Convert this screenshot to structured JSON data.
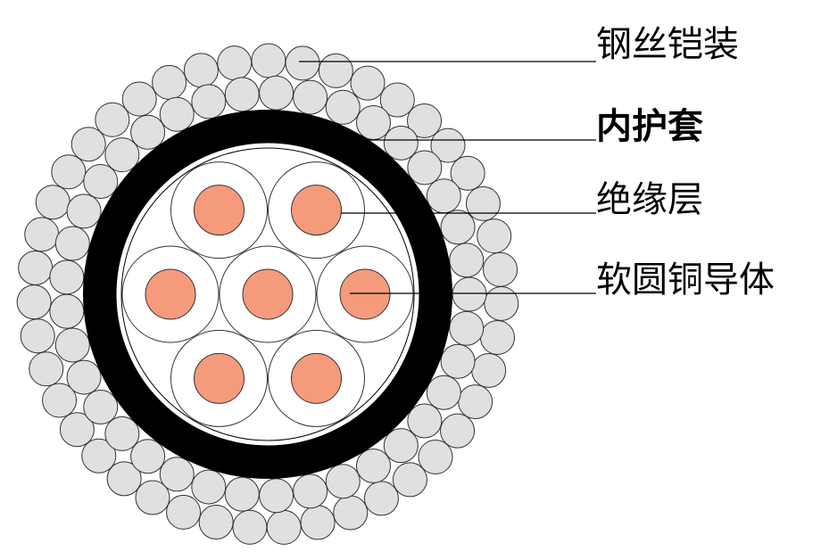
{
  "diagram": {
    "labels": {
      "armor": "钢丝铠装",
      "inner_sheath": "内护套",
      "insulation": "绝缘层",
      "conductor": "软圆铜导体"
    },
    "colors": {
      "armor_wire": "#E0E0E0",
      "sheath": "#000000",
      "insulation": "#FFFFFF",
      "conductor": "#F59B7C"
    },
    "core_count": 7
  }
}
